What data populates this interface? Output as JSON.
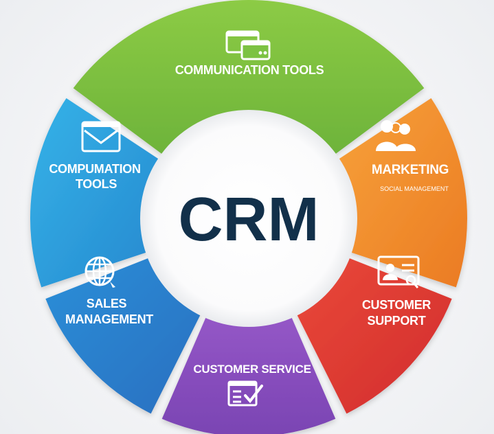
{
  "center": {
    "title": "CRM"
  },
  "segments": [
    {
      "id": "communication",
      "lines": [
        "COMMUNICATION TOOLS"
      ],
      "sub": "",
      "color": "#7cc242",
      "icon": "windows-icon"
    },
    {
      "id": "marketing",
      "lines": [
        "MARKETING"
      ],
      "sub": "SOCIAL MANAGEMENT",
      "color": "#f08a2c",
      "icon": "people-icon"
    },
    {
      "id": "support",
      "lines": [
        "CUSTOMER",
        "SUPPORT"
      ],
      "sub": "",
      "color": "#e03a33",
      "icon": "id-card-icon"
    },
    {
      "id": "service",
      "lines": [
        "CUSTOMER SERVICE"
      ],
      "sub": "",
      "color": "#8a4fbf",
      "icon": "checklist-icon"
    },
    {
      "id": "sales",
      "lines": [
        "SALES",
        "MANAGEMENT"
      ],
      "sub": "",
      "color": "#2f80cc",
      "icon": "globe-icon"
    },
    {
      "id": "computation",
      "lines": [
        "COMPUMATION",
        "TOOLS"
      ],
      "sub": "",
      "color": "#2a9ad8",
      "icon": "envelope-icon"
    }
  ]
}
